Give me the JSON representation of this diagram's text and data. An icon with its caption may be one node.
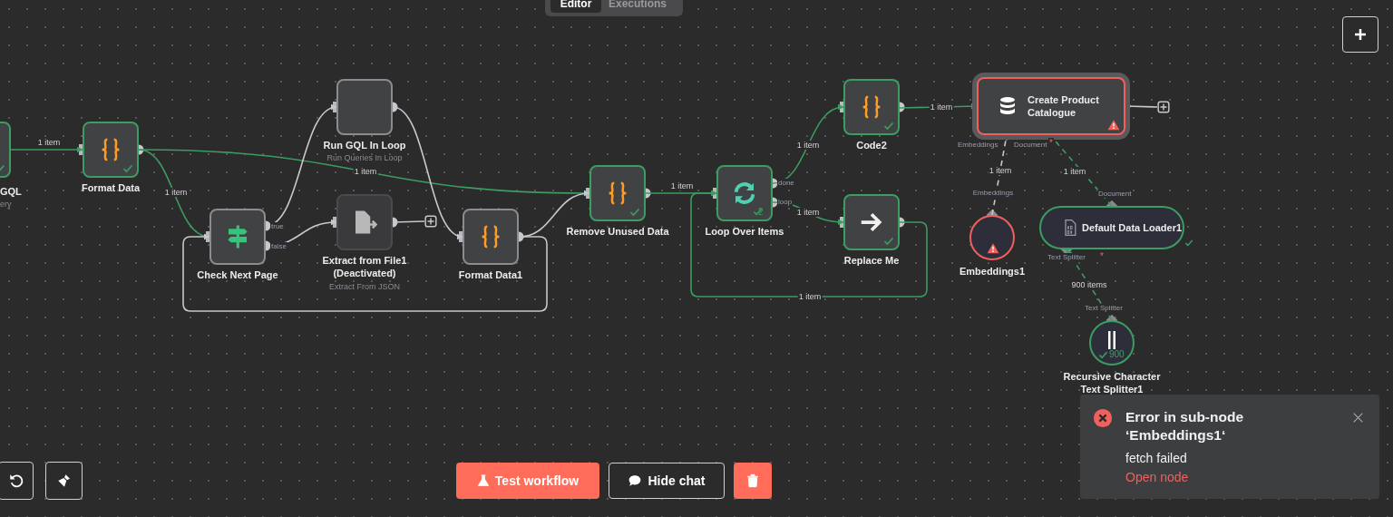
{
  "diagram": {
    "nodes": [
      {
        "text": [
          "GQL",
          "ery"
        ]
      },
      {
        "text": [
          "Format Data"
        ]
      },
      {
        "text": [
          "Run GQL In Loop",
          "Run Queries In Loop"
        ]
      },
      {
        "text": [
          "Check Next Page"
        ],
        "beside": [
          "true",
          "false"
        ]
      },
      {
        "text": [
          "Extract from File1 (Deactivated)",
          "Extract From JSON"
        ]
      },
      {
        "text": [
          "Format Data1"
        ]
      },
      {
        "text": [
          "Remove Unused Data"
        ]
      },
      {
        "text": [
          "2",
          "Loop Over Items"
        ],
        "beside": [
          "done",
          "loop"
        ]
      },
      {
        "text": [
          "Code2"
        ]
      },
      {
        "text": [
          "Replace Me"
        ]
      },
      {
        "text": [
          "Create Product Catalogue"
        ],
        "beside": [
          "Embeddings",
          "Document",
          "*"
        ]
      },
      {
        "text": [
          "Embeddings1"
        ],
        "beside": [
          "Embeddings"
        ]
      },
      {
        "text": [
          "Default Data Loader1"
        ],
        "beside": [
          "Document",
          "Text Splitter",
          "*"
        ]
      },
      {
        "text": [
          "900",
          "Recursive Character Text Splitter1"
        ],
        "beside": [
          "Text Splitter"
        ]
      },
      {
        "text": [],
        "shape": "box"
      },
      {
        "text": [],
        "shape": "box"
      }
    ],
    "edges": [
      {
        "from": 0,
        "to": 1,
        "arrow": "to",
        "label": "1 item"
      },
      {
        "from": 1,
        "to": 3,
        "arrow": "to",
        "label": "1 item"
      },
      {
        "from": 1,
        "to": 6,
        "arrow": "to",
        "label": "1 item"
      },
      {
        "from": 3,
        "to": 2,
        "arrow": "to",
        "color": "#c8c8cc"
      },
      {
        "from": 3,
        "to": 4,
        "arrow": "to",
        "color": "#c8c8cc"
      },
      {
        "from": 2,
        "to": 5,
        "arrow": "to",
        "color": "#c8c8cc"
      },
      {
        "from": 4,
        "to": 14,
        "arrow": "other",
        "color": "#c8c8cc"
      },
      {
        "from": 5,
        "to": 6,
        "arrow": "to",
        "color": "#c8c8cc"
      },
      {
        "from": 5,
        "to": 3,
        "arrow": "to",
        "color": "#c8c8cc"
      },
      {
        "from": 6,
        "to": 7,
        "arrow": "to",
        "label": "1 item"
      },
      {
        "from": 7,
        "to": 8,
        "arrow": "to",
        "label": "1 item"
      },
      {
        "from": 7,
        "to": 9,
        "arrow": "to",
        "label": "1 item"
      },
      {
        "from": 9,
        "to": 7,
        "arrow": "to",
        "label": "1 item"
      },
      {
        "from": 8,
        "to": 10,
        "arrow": "to",
        "label": "1 item"
      },
      {
        "from": 10,
        "to": 15,
        "arrow": "other",
        "color": "#c8c8cc"
      },
      {
        "from": 11,
        "to": 10,
        "arrow": "none",
        "label": "1 item",
        "style": "dashed",
        "color": "#c8c8cc"
      },
      {
        "from": 12,
        "to": 10,
        "arrow": "to",
        "label": "1 item",
        "style": "dashed"
      },
      {
        "from": 13,
        "to": 12,
        "arrow": "to",
        "label": "900 items",
        "style": "dashed"
      }
    ],
    "labels": [
      "Editor",
      "Executions",
      "Test workflow",
      "Hide chat",
      "Error in sub-node ‘Embeddings1‘",
      "fetch failed",
      "Open node"
    ]
  }
}
